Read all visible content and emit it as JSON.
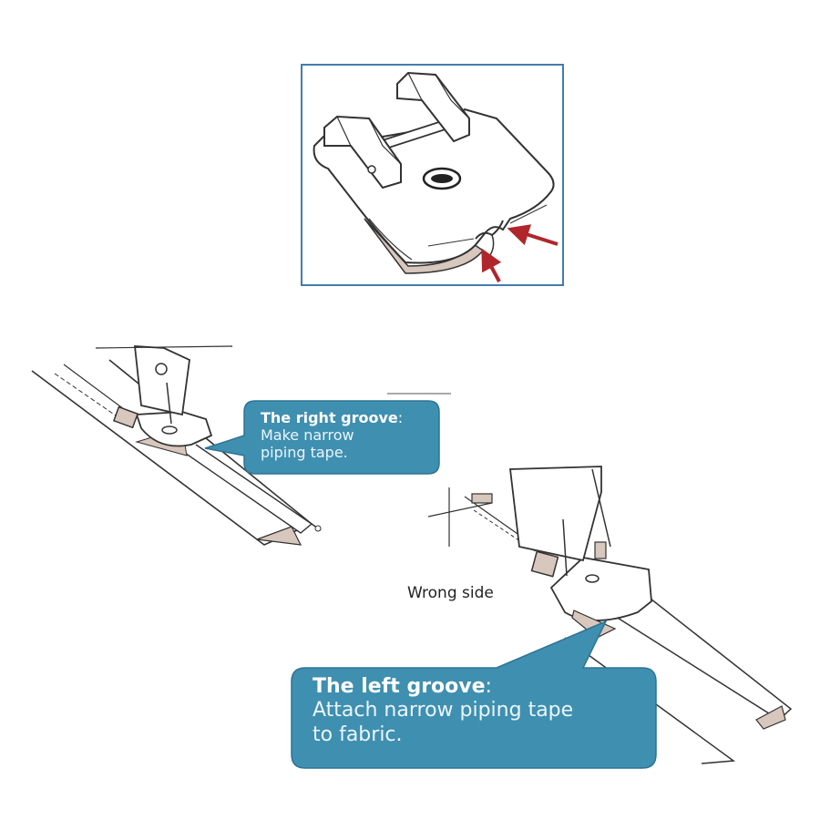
{
  "figure": {
    "colors": {
      "callout": "#3f8fb0",
      "callout_border": "#2f7393",
      "arrow": "#b0262b",
      "frame": "#2d6fa6",
      "line": "#333333",
      "shadow": "#d8c7bd"
    },
    "right_groove": {
      "title": "The right groove",
      "colon": ":",
      "desc_line1": "Make narrow",
      "desc_line2": "piping tape."
    },
    "left_groove": {
      "title": "The left groove",
      "colon": ":",
      "desc_line1": "Attach narrow piping tape",
      "desc_line2": "to fabric."
    },
    "wrong_side_label": "Wrong side"
  }
}
